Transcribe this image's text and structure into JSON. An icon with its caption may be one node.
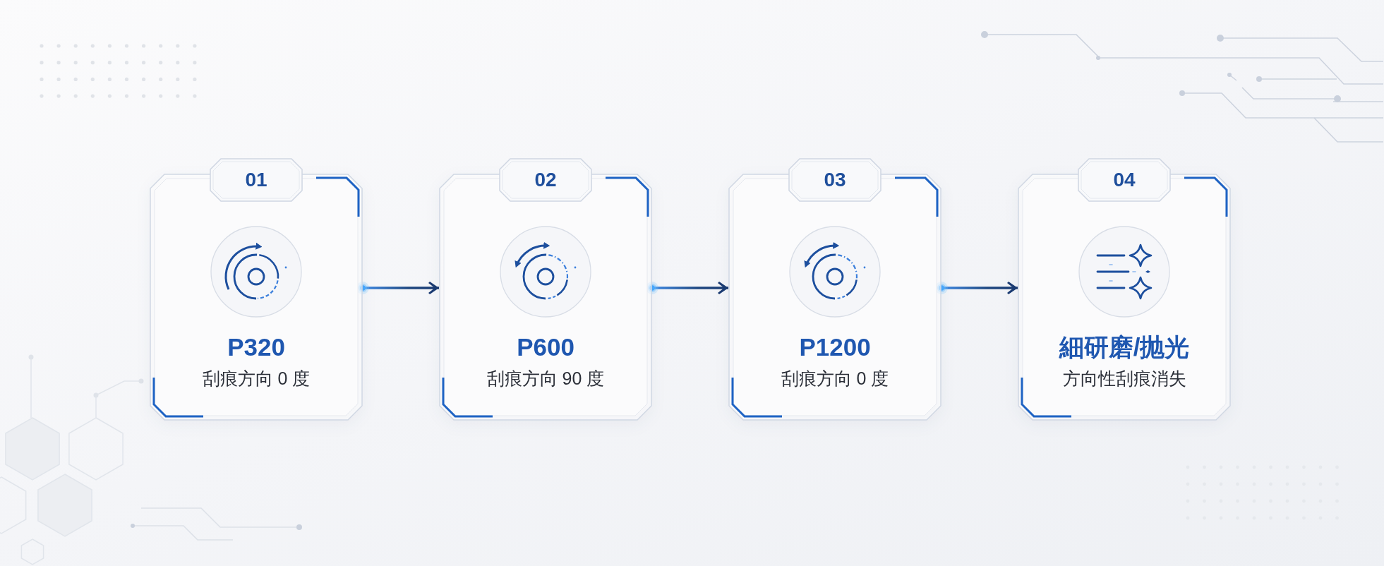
{
  "diagram": {
    "nodes": [
      {
        "text": [
          "01",
          "P320",
          "刮痕方向 0 度"
        ]
      },
      {
        "text": [
          "02",
          "P600",
          "刮痕方向 90 度"
        ]
      },
      {
        "text": [
          "03",
          "P1200",
          "刮痕方向 0 度"
        ]
      },
      {
        "text": [
          "04",
          "細研磨/抛光",
          "方向性刮痕消失"
        ]
      }
    ],
    "edges": [
      {
        "from": 0,
        "to": 1,
        "arrow": "to"
      },
      {
        "from": 1,
        "to": 2,
        "arrow": "to"
      },
      {
        "from": 2,
        "to": 3,
        "arrow": "to"
      }
    ]
  }
}
